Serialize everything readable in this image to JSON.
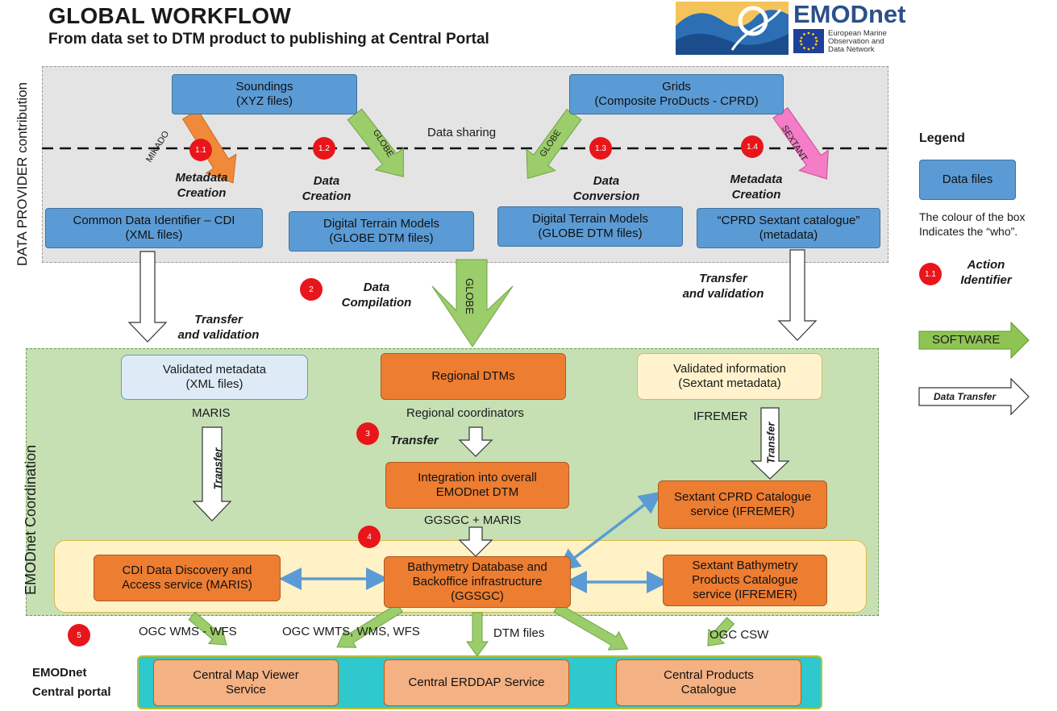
{
  "header": {
    "title": "GLOBAL WORKFLOW",
    "subtitle": "From data set to DTM product to publishing at Central Portal"
  },
  "logo": {
    "name": "EMODnet",
    "tagline_1": "European Marine",
    "tagline_2": "Observation and",
    "tagline_3": "Data Network"
  },
  "side_labels": {
    "provider": "DATA PROVIDER contribution",
    "coordination": "EMODnet Coordination",
    "portal_1": "EMODnet",
    "portal_2": "Central portal"
  },
  "sources": {
    "soundings": {
      "line1": "Soundings",
      "line2": "(XYZ files)"
    },
    "grids": {
      "line1": "Grids",
      "line2": "(Composite ProDucts - CPRD)"
    }
  },
  "data_sharing": "Data sharing",
  "software_labels": {
    "mikado": "MIKADO",
    "globe": "GLOBE",
    "sextant": "SEXTANT"
  },
  "actions": {
    "a11": {
      "id": "1.1",
      "line1": "Metadata",
      "line2": "Creation"
    },
    "a12": {
      "id": "1.2",
      "line1": "Data",
      "line2": "Creation"
    },
    "a13": {
      "id": "1.3",
      "line1": "Data",
      "line2": "Conversion"
    },
    "a14": {
      "id": "1.4",
      "line1": "Metadata",
      "line2": "Creation"
    },
    "a2": {
      "id": "2",
      "line1": "Data",
      "line2": "Compilation"
    },
    "a3": {
      "id": "3",
      "line1": "Transfer"
    },
    "a4": {
      "id": "4"
    },
    "a5": {
      "id": "5"
    }
  },
  "provider_outputs": {
    "cdi": {
      "line1": "Common Data Identifier – CDI",
      "line2": "(XML files)"
    },
    "dtm1": {
      "line1": "Digital Terrain Models",
      "line2": "(GLOBE DTM files)"
    },
    "dtm2": {
      "line1": "Digital Terrain Models",
      "line2": "(GLOBE DTM files)"
    },
    "cprd": {
      "line1": "“CPRD Sextant catalogue”",
      "line2": "(metadata)"
    }
  },
  "transfers": {
    "left": {
      "line1": "Transfer",
      "line2": "and validation"
    },
    "right": {
      "line1": "Transfer",
      "line2": "and validation"
    },
    "vertical": "Transfer"
  },
  "coordination": {
    "validated_metadata": {
      "line1": "Validated metadata",
      "line2": "(XML files)"
    },
    "regional_dtms": {
      "line1": "Regional DTMs"
    },
    "validated_info": {
      "line1": "Validated information",
      "line2": "(Sextant metadata)"
    },
    "maris": "MARIS",
    "regional_coordinators": "Regional coordinators",
    "ifremer": "IFREMER",
    "integration": {
      "line1": "Integration into overall",
      "line2": "EMODnet DTM"
    },
    "sextant_cprd": {
      "line1": "Sextant CPRD Catalogue",
      "line2": "service (IFREMER)"
    },
    "ggsgc_maris": "GGSGC + MARIS"
  },
  "backoffice": {
    "cdi_service": {
      "line1": "CDI Data Discovery and",
      "line2": "Access service (MARIS)"
    },
    "bathy_db": {
      "line1": "Bathymetry Database and",
      "line2": "Backoffice infrastructure",
      "line3": "(GGSGC)"
    },
    "sextant_bathy": {
      "line1": "Sextant Bathymetry",
      "line2": "Products Catalogue",
      "line3": "service (IFREMER)"
    }
  },
  "portal_flows": {
    "wms_wfs": "OGC WMS - WFS",
    "wmts": "OGC WMTS, WMS, WFS",
    "dtm_files": "DTM files",
    "csw": "OGC CSW"
  },
  "portal": {
    "map_viewer": {
      "line1": "Central Map Viewer",
      "line2": "Service"
    },
    "erddap": {
      "line1": "Central ERDDAP Service"
    },
    "products": {
      "line1": "Central Products",
      "line2": "Catalogue"
    }
  },
  "legend": {
    "title": "Legend",
    "data_files": "Data files",
    "colour_note_1": "The colour of the box",
    "colour_note_2": "Indicates the “who”.",
    "action_id": "1.1",
    "action_label_1": "Action",
    "action_label_2": "Identifier",
    "software": "SOFTWARE",
    "data_transfer": "Data Transfer"
  },
  "colors": {
    "provider_blue": "#5b9bd5",
    "coord_orange": "#ed7d31",
    "software_green": "#8fc455",
    "sextant_pink": "#f26bb8",
    "action_red": "#e8161b",
    "portal_cyan": "#2fc8cc",
    "coordination_bg": "#c6e0b4",
    "provider_bg": "#e4e4e4"
  }
}
